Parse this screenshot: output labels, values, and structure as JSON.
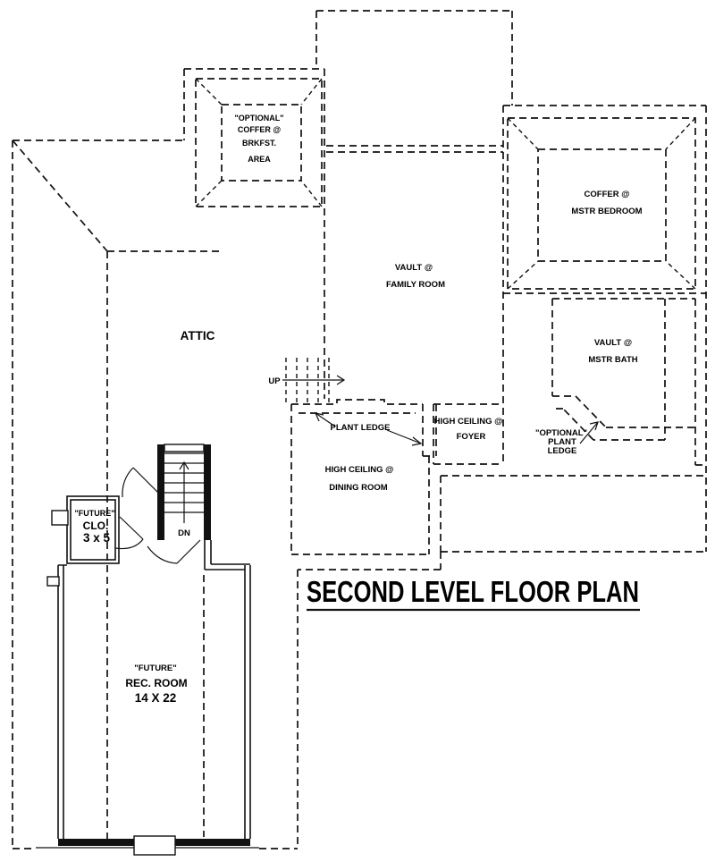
{
  "title": {
    "text": "SECOND LEVEL FLOOR PLAN"
  },
  "rooms": {
    "breakfast": [
      "\"OPTIONAL\"",
      "COFFER @",
      "BRKFST.",
      "AREA"
    ],
    "master_bedroom": [
      "COFFER @",
      "MSTR BEDROOM"
    ],
    "family_room": [
      "VAULT @",
      "FAMILY ROOM"
    ],
    "attic": [
      "ATTIC"
    ],
    "master_bath": [
      "VAULT @",
      "MSTR BATH"
    ],
    "foyer": [
      "HIGH CEILING @",
      "FOYER"
    ],
    "dining_room": [
      "HIGH CEILING @",
      "DINING ROOM"
    ],
    "closet": [
      "\"FUTURE\"",
      "CLO.",
      "3 x 5"
    ],
    "rec_room": [
      "\"FUTURE\"",
      "REC. ROOM",
      "14 X 22"
    ]
  },
  "annotations": {
    "plant_ledge": "PLANT LEDGE",
    "optional_plant_ledge": [
      "\"OPTIONAL\"",
      "PLANT",
      "LEDGE"
    ]
  },
  "stairs": {
    "up": "UP",
    "down": "DN"
  },
  "colors": {
    "ink": "#111111",
    "paper": "#ffffff"
  }
}
